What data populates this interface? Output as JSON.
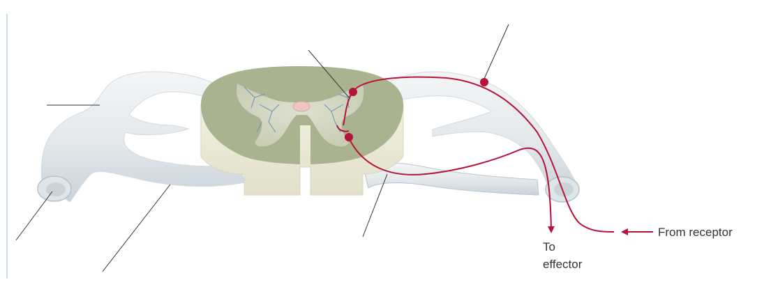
{
  "labels": {
    "to_effector_line1": "To",
    "to_effector_line2": "effector",
    "from_receptor": "From receptor"
  },
  "colors": {
    "pathway": "#b5123a",
    "nerve_fill": "#e7ecef",
    "gray_matter": "#a8b390",
    "white_matter": "#ecebd9",
    "leader": "#333333"
  }
}
